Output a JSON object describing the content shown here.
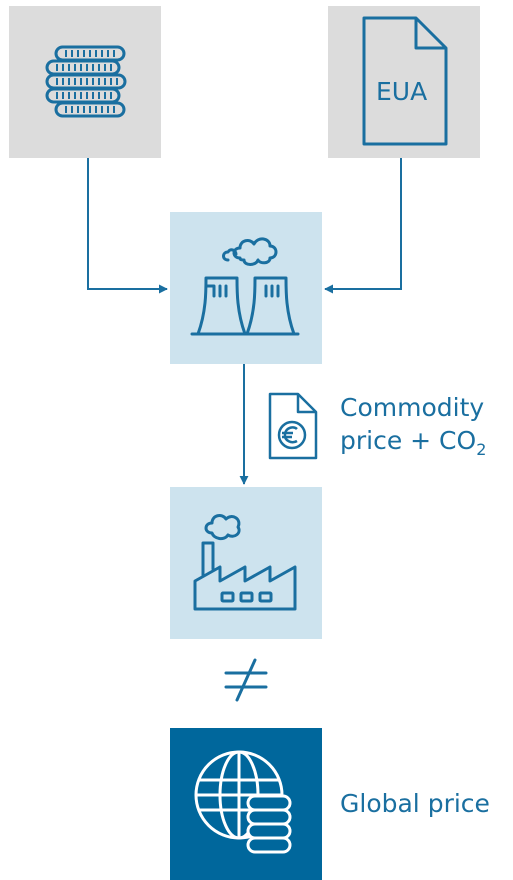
{
  "nodes": {
    "money": {
      "icon": "coins-stack-icon"
    },
    "eua": {
      "icon": "document-icon",
      "label": "EUA"
    },
    "plant": {
      "icon": "power-plant-icon"
    },
    "factory": {
      "icon": "factory-icon"
    },
    "global": {
      "icon": "globe-coins-icon"
    }
  },
  "commodity_label": {
    "line1": "Commodity",
    "line2_main": "price + CO",
    "line2_sub": "2"
  },
  "commodity_icon": "euro-document-icon",
  "relation_symbol": "not-equal-icon",
  "global_label": "Global price",
  "colors": {
    "accent": "#1a6fa0",
    "grey_box": "#dcdcdc",
    "light_blue_box": "#cde3ee",
    "dark_blue_box": "#00679c"
  }
}
